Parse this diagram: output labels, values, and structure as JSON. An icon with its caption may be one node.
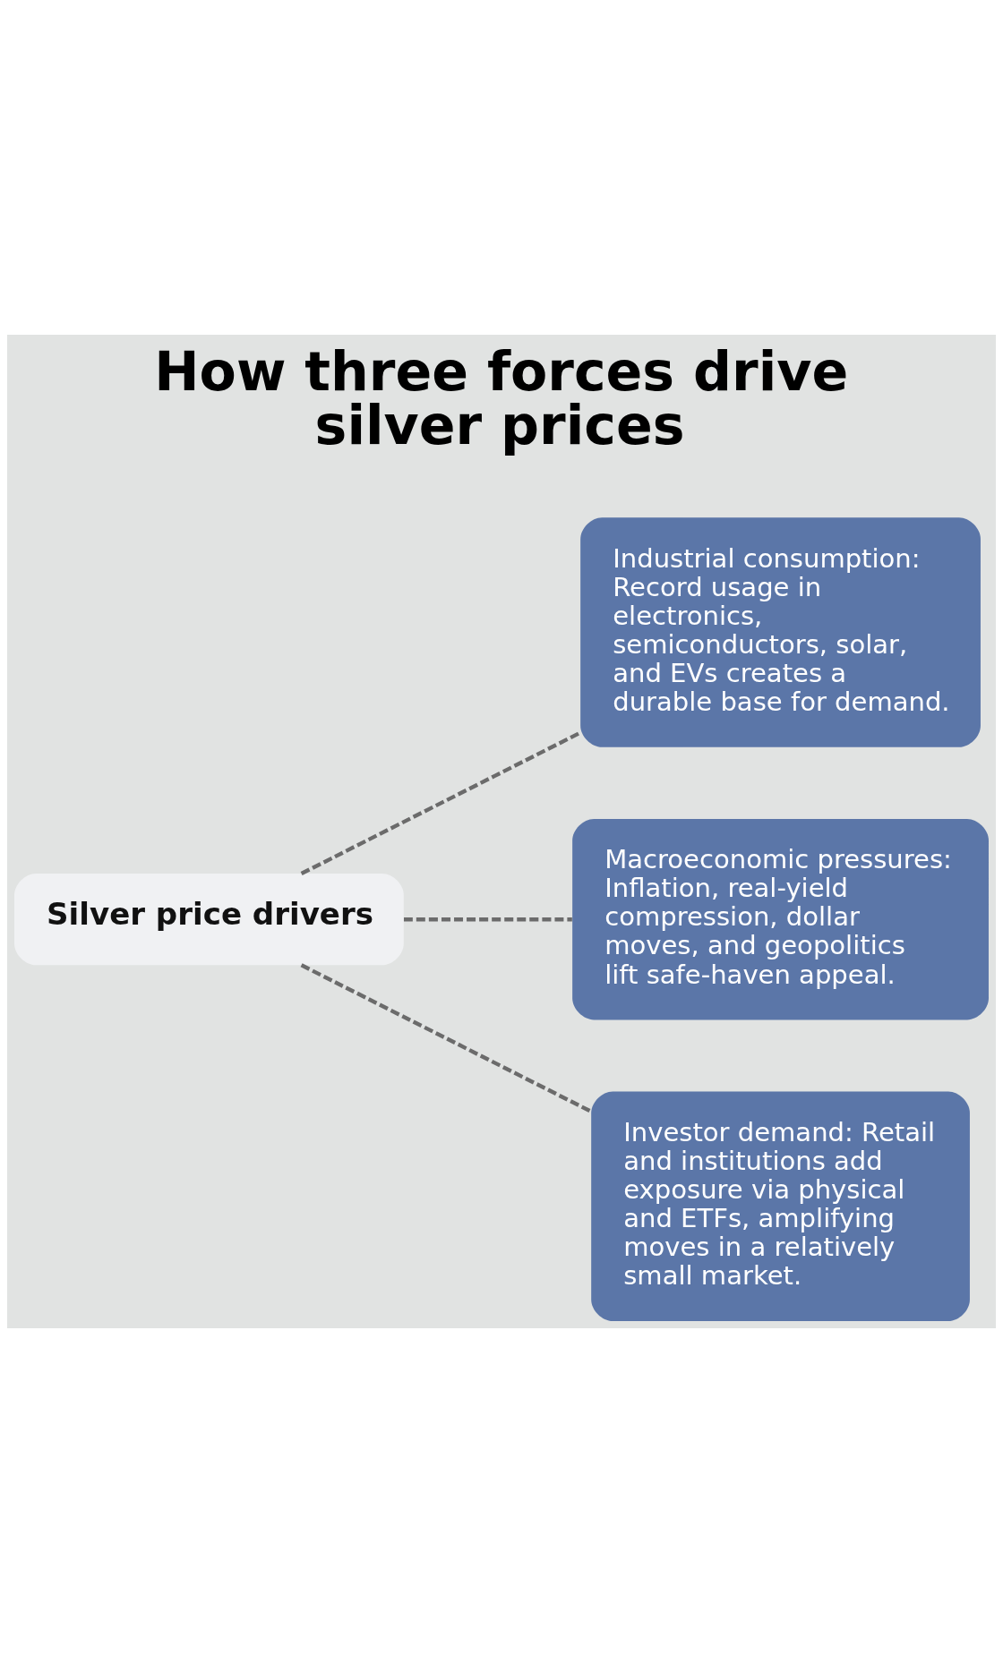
{
  "diagram": {
    "title": "How three forces drive silver prices",
    "nodes": [
      {
        "text": [
          "Silver price drivers"
        ]
      },
      {
        "text": [
          "Industrial consumption: Record usage in electronics, semiconductors, solar, and EVs creates a durable base for demand."
        ]
      },
      {
        "text": [
          "Macroeconomic pressures: Inflation, real-yield compression, dollar moves, and geopolitics lift safe-haven appeal."
        ]
      },
      {
        "text": [
          "Investor demand: Retail and institutions add exposure via physical and ETFs, amplifying moves in a relatively small market."
        ]
      }
    ],
    "edges": [
      {
        "from": 0,
        "to": 1,
        "arrow": "none",
        "style": "dashed"
      },
      {
        "from": 0,
        "to": 2,
        "arrow": "none",
        "style": "dashed"
      },
      {
        "from": 0,
        "to": 3,
        "arrow": "none",
        "style": "dashed"
      }
    ]
  }
}
